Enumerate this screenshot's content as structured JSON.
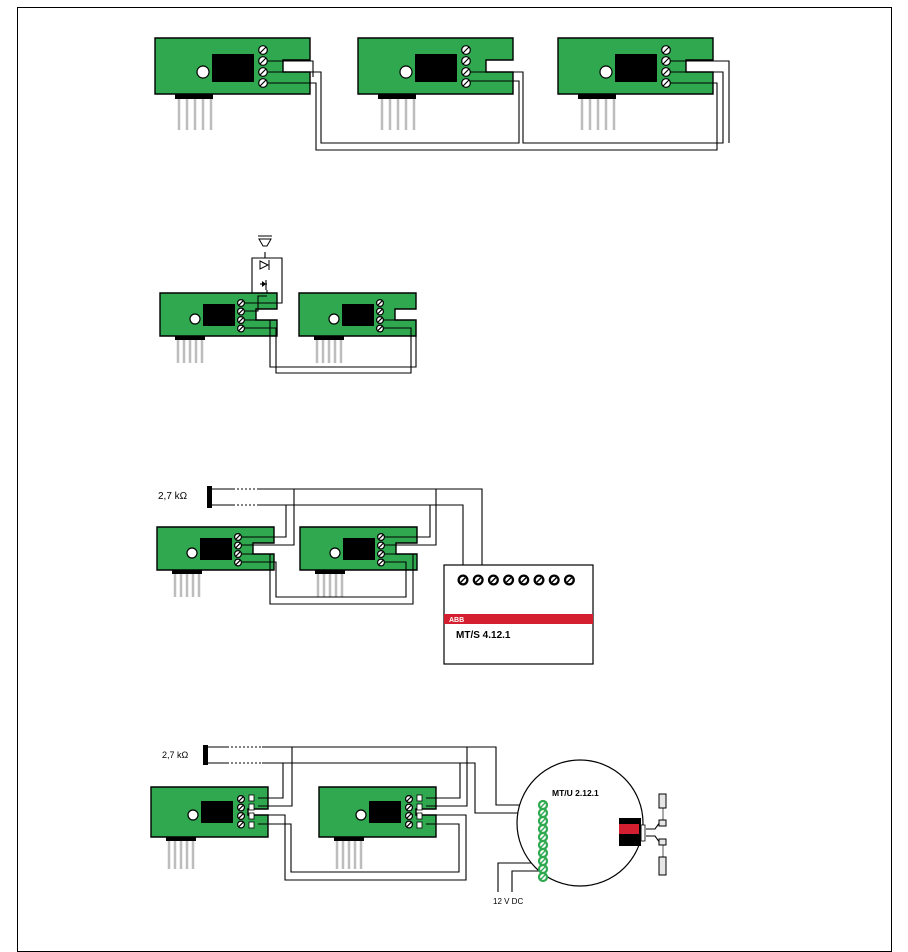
{
  "diagram_1": {},
  "diagram_2": {},
  "diagram_3": {
    "resistor_label": "2,7 kΩ",
    "actuator": {
      "brand": "ABB",
      "model": "MT/S 4.12.1",
      "terminal_count": 8,
      "brand_color": "#d31f2f"
    }
  },
  "diagram_4": {
    "resistor_label": "2,7 kΩ",
    "unit_model": "MT/U 2.12.1",
    "supply_label": "12 V DC",
    "terminal_count": 10
  },
  "colors": {
    "board_green": "#2fa84f",
    "abb_red": "#d31f2f",
    "battery_red": "#d31f2f"
  }
}
